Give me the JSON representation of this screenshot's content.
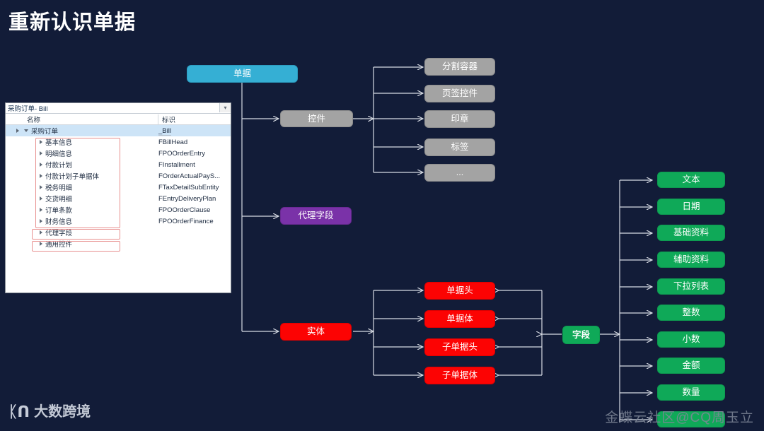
{
  "slide": {
    "title": "重新认识单据",
    "background_color": "#121c38"
  },
  "root_node": {
    "label": "单据",
    "color": "#35afd4"
  },
  "branches": [
    {
      "label": "控件",
      "color": "#a3a3a3"
    },
    {
      "label": "代理字段",
      "color": "#7a32a8"
    },
    {
      "label": "实体",
      "color": "#fc0303"
    }
  ],
  "controls": {
    "color": "#a3a3a3",
    "items": [
      {
        "label": "分割容器"
      },
      {
        "label": "页签控件"
      },
      {
        "label": "印章"
      },
      {
        "label": "标签"
      },
      {
        "label": "..."
      }
    ]
  },
  "entities": {
    "color": "#fc0303",
    "items": [
      {
        "label": "单据头"
      },
      {
        "label": "单据体"
      },
      {
        "label": "子单据头"
      },
      {
        "label": "子单据体"
      }
    ]
  },
  "field_node": {
    "label": "字段",
    "color": "#0fa958"
  },
  "field_types": {
    "color": "#0fa958",
    "items": [
      {
        "label": "文本"
      },
      {
        "label": "日期"
      },
      {
        "label": "基础资料"
      },
      {
        "label": "辅助资料"
      },
      {
        "label": "下拉列表"
      },
      {
        "label": "整数"
      },
      {
        "label": "小数"
      },
      {
        "label": "金额"
      },
      {
        "label": "数量"
      },
      {
        "label": ""
      }
    ]
  },
  "designer": {
    "combo_value": "采购订单- Bill",
    "caret_icon": "chevron-down-icon",
    "columns": {
      "name": "名称",
      "identifier": "标识"
    },
    "root_row": {
      "name": "采购订单",
      "identifier": "_Bill"
    },
    "rows": [
      {
        "name": "基本信息",
        "identifier": "FBillHead"
      },
      {
        "name": "明细信息",
        "identifier": "FPOOrderEntry"
      },
      {
        "name": "付款计划",
        "identifier": "FInstallment"
      },
      {
        "name": "付款计划子单据体",
        "identifier": "FOrderActualPayS..."
      },
      {
        "name": "税务明细",
        "identifier": "FTaxDetailSubEntity"
      },
      {
        "name": "交货明细",
        "identifier": "FEntryDeliveryPlan"
      },
      {
        "name": "订单条款",
        "identifier": "FPOOrderClause"
      },
      {
        "name": "财务信息",
        "identifier": "FPOOrderFinance"
      },
      {
        "name": "代理字段",
        "identifier": ""
      },
      {
        "name": "通用控件",
        "identifier": ""
      }
    ]
  },
  "footer": {
    "logo_mark": "ᛕᑎ",
    "logo_text": "大数跨境",
    "watermark": "金蝶云社区@CQ周玉立"
  }
}
